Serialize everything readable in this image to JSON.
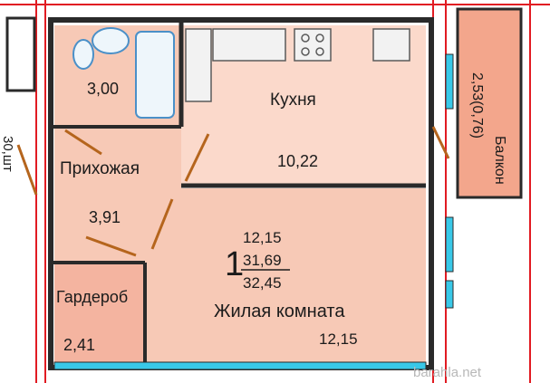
{
  "colors": {
    "room_fill": "#f7c9b6",
    "wardrobe_fill": "#f4b4a0",
    "kitchen_fill": "#fbd9cb",
    "balcony_fill": "#f3a68c",
    "wall": "#2a2a2a",
    "red_line": "#e11b22",
    "door_arc": "#b5651d",
    "window": "#39c8e8",
    "fixture": "#4a90c8"
  },
  "rooms": {
    "bathroom": {
      "area": "3,00"
    },
    "kitchen": {
      "label": "Кухня",
      "area": "10,22"
    },
    "hallway": {
      "label": "Прихожая",
      "area": "3,91"
    },
    "wardrobe": {
      "label": "Гардероб",
      "area": "2,41"
    },
    "living": {
      "label": "Жилая комната",
      "area": "12,15"
    },
    "balcony": {
      "label": "Балкон",
      "area": "2,53(0,76)"
    },
    "shaft": {
      "label": "30,шт"
    }
  },
  "apartment": {
    "rooms_count": "1",
    "living_area": "12,15",
    "total_area": "31,69",
    "total_with_balcony": "32,45"
  },
  "watermark": "barahla.net"
}
